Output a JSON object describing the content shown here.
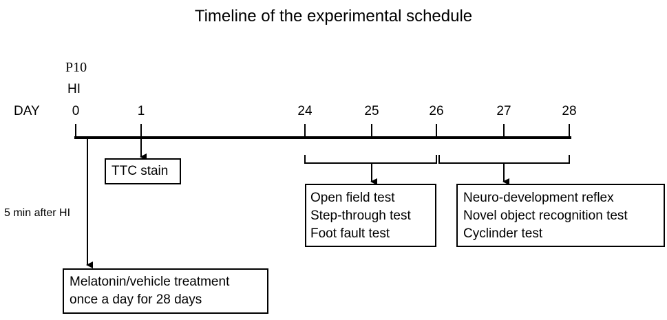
{
  "title": "Timeline of the experimental schedule",
  "labels": {
    "age": "P10",
    "injury": "HI",
    "day": "DAY",
    "delay_note": "5 min after HI"
  },
  "days": [
    "0",
    "1",
    "24",
    "25",
    "26",
    "27",
    "28"
  ],
  "boxes": {
    "ttc": {
      "lines": [
        "TTC stain"
      ]
    },
    "treatment": {
      "lines": [
        "Melatonin/vehicle treatment",
        "once a day for 28 days"
      ]
    },
    "behavior_a": {
      "lines": [
        "Open field test",
        "Step-through test",
        "Foot fault test"
      ]
    },
    "behavior_b": {
      "lines": [
        "Neuro-development reflex",
        "Novel object recognition test",
        "Cyclinder test"
      ]
    }
  }
}
